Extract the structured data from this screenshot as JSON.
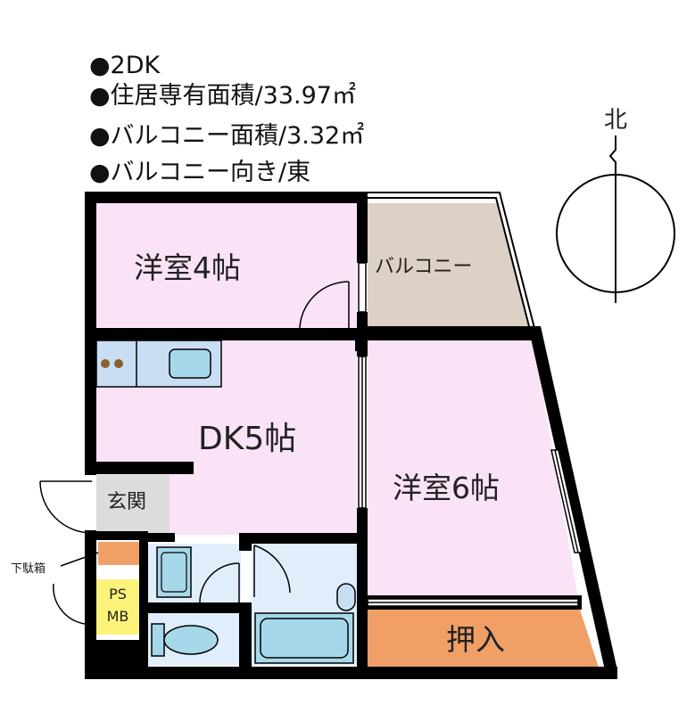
{
  "header": {
    "lines": [
      "●2DK",
      "●住居専有面積/33.97㎡",
      "●バルコニー面積/3.32㎡",
      "●バルコニー向き/東"
    ]
  },
  "compass": {
    "label": "北"
  },
  "rooms": {
    "western4": "洋室4帖",
    "balcony": "バルコニー",
    "dk": "DK5帖",
    "western6": "洋室6帖",
    "entrance": "玄関",
    "shoe_box": "下駄箱",
    "ps_mb": [
      "PS",
      "MB"
    ],
    "closet": "押入"
  },
  "colors": {
    "room_pink": "#fbe3f7",
    "balcony_tan": "#ddd1c6",
    "closet_orange": "#f0a066",
    "wet_blue": "#dfeefa",
    "entrance_gray": "#dcdcdc",
    "psmb_yellow": "#fdf27a",
    "shoebox_orange": "#f0a066",
    "wall": "#000000"
  }
}
